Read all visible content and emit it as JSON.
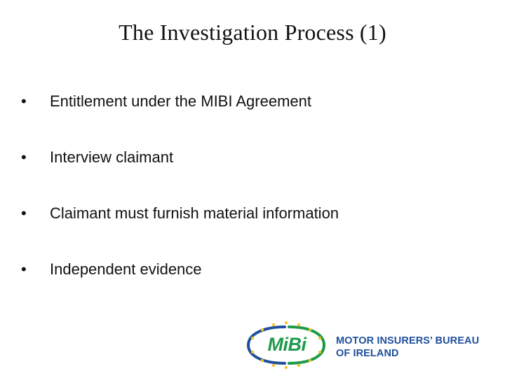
{
  "slide": {
    "title": "The Investigation Process (1)",
    "bullets": [
      {
        "marker": "•",
        "text": "Entitlement under the MIBI Agreement"
      },
      {
        "marker": "•",
        "text": "Interview claimant"
      },
      {
        "marker": "•",
        "text": "Claimant must furnish material information"
      },
      {
        "marker": "•",
        "text": "Independent evidence"
      }
    ]
  },
  "logo": {
    "mark_text": "MiBi",
    "name_line_1": "MOTOR INSURERS’ BUREAU",
    "name_line_2": "OF IRELAND",
    "icon": "star-ring-emblem"
  },
  "colors": {
    "text": "#111111",
    "logo_green": "#1d9a4a",
    "logo_blue": "#1f4f9c",
    "star_gold": "#f4c21b"
  }
}
